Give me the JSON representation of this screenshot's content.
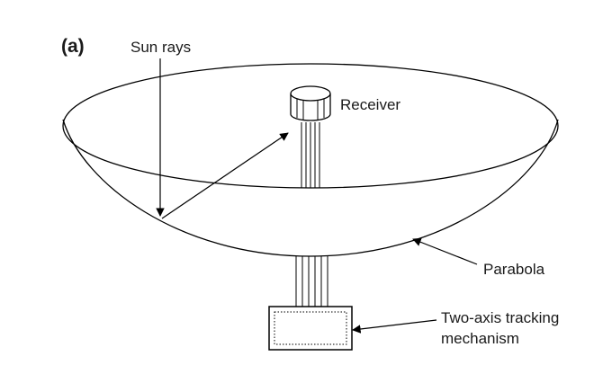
{
  "panel_label": "(a)",
  "labels": {
    "sun_rays": "Sun rays",
    "receiver": "Receiver",
    "parabola": "Parabola",
    "tracking_line1": "Two-axis tracking",
    "tracking_line2": "mechanism"
  }
}
